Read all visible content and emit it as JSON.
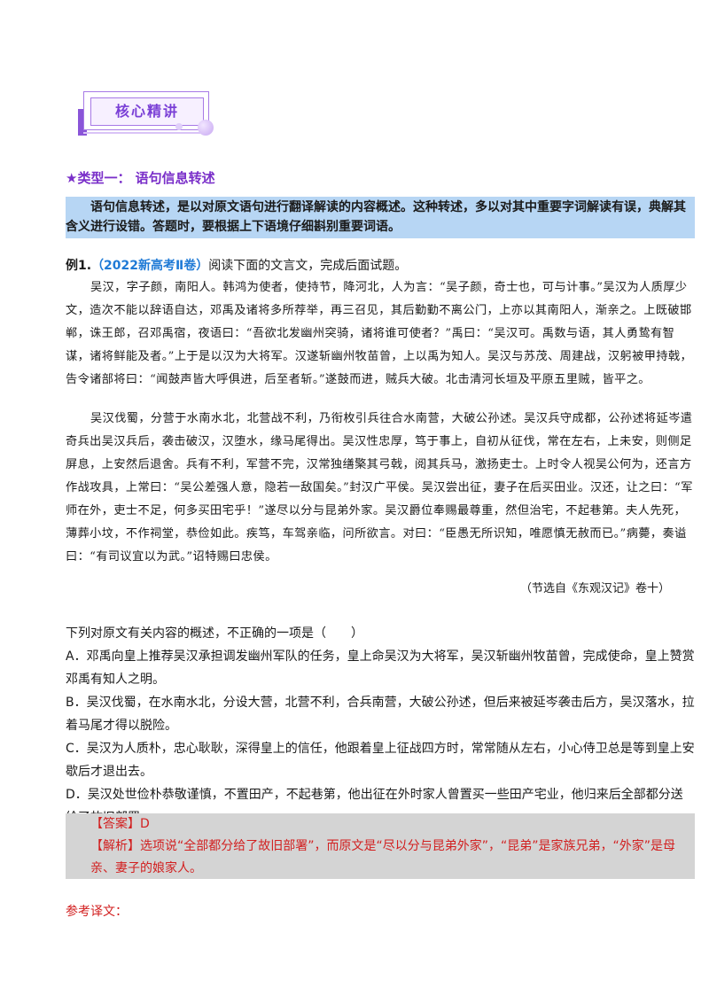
{
  "badge": {
    "title": "核心精讲"
  },
  "section": {
    "title": "★类型一： 语句信息转述"
  },
  "highlight": {
    "text": "语句信息转述，是以对原文语句进行翻译解读的内容概述。这种转述，多以对其中重要字词解读有误，典解其含义进行设错。答题时，要根据上下语境仔细斟别重要词语。"
  },
  "example": {
    "label": "例1.",
    "source": "（2022新高考Ⅱ卷）",
    "instruction": "阅读下面的文言文，完成后面试题。"
  },
  "passage": {
    "p1": "吴汉，字子颜，南阳人。韩鸿为使者，使持节，降河北，人为言：“吴子颜，奇士也，可与计事。”吴汉为人质厚少文，造次不能以辞语自达，邓禹及诸将多所荐举，再三召见，其后勤勤不离公门，上亦以其南阳人，渐亲之。上既破邯郸，诛王郎，召邓禹宿，夜语曰：“吾欲北发幽州突骑，诸将谁可使者？”禹曰：“吴汉可。禹数与语，其人勇鸷有智谋，诸将鲜能及者。”上于是以汉为大将军。汉遂斩幽州牧苗曾，上以禹为知人。吴汉与苏茂、周建战，汉躬被甲持戟，告令诸部将曰：“闻鼓声皆大呼俱进，后至者斩。”遂鼓而进，贼兵大破。北击清河长垣及平原五里贼，皆平之。",
    "p2": "吴汉伐蜀，分营于水南水北，北营战不利，乃衔枚引兵往合水南营，大破公孙述。吴汉兵守成都，公孙述将延岑遣奇兵出吴汉兵后，袭击破汉，汉堕水，缘马尾得出。吴汉性忠厚，笃于事上，自初从征伐，常在左右，上未安，则侧足屏息，上安然后退舍。兵有不利，军营不完，汉常独缮檠其弓戟，阅其兵马，激扬吏士。上时令人视吴公何为，还言方作战攻具，上常曰：“吴公差强人意，隐若一敌国矣。”封汉广平侯。吴汉尝出征，妻子在后买田业。汉还，让之曰：“军师在外，吏士不足，何多买田宅乎！”遂尽以分与昆弟外家。吴汉爵位奉赐最尊重，然但治宅，不起巷第。夫人先死，薄葬小坟，不作祠堂，恭俭如此。疾笃，车驾亲临，问所欲言。对曰：“臣愚无所识知，唯愿慎无赦而已。”病薨，奏谥曰：“有司议宜以为武。”诏特赐曰忠侯。",
    "cite": "（节选自《东观汉记》卷十）"
  },
  "question": {
    "stem": "下列对原文有关内容的概述，不正确的一项是（　　）",
    "options": [
      "A．邓禹向皇上推荐吴汉承担调发幽州军队的任务，皇上命吴汉为大将军，吴汉斩幽州牧苗曾，完成使命，皇上赞赏邓禹有知人之明。",
      "B．吴汉伐蜀，在水南水北，分设大营，北营不利，合兵南营，大破公孙述，但后来被延岑袭击后方，吴汉落水，拉着马尾才得以脱险。",
      "C．吴汉为人质朴，忠心耿耿，深得皇上的信任，他跟着皇上征战四方时，常常随从左右，小心侍卫总是等到皇上安歇后才退出去。",
      "D．吴汉处世俭朴恭敬谨慎，不置田产，不起巷第，他出征在外时家人曾置买一些田产宅业，他归来后全部都分送给了故旧部署。"
    ]
  },
  "answer": {
    "answer_line": "【答案】D",
    "analysis": "【解析】选项说“全部都分给了故旧部署”，而原文是“尽以分与昆弟外家”，“昆弟”是家族兄弟，“外家”是母亲、妻子的娘家人。"
  },
  "ref": {
    "label": "参考译文："
  },
  "colors": {
    "accent_purple": "#7a3fd6",
    "highlight_blue": "#b7d6f4",
    "answer_red": "#d21f1f",
    "source_blue": "#1f7ad6"
  }
}
